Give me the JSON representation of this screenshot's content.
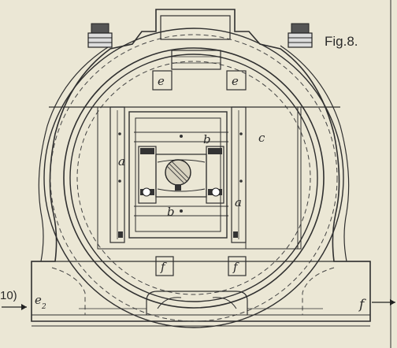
{
  "figure": {
    "title": "Fig.8."
  },
  "labels": {
    "e_left": "e",
    "e_right": "e",
    "a_left": "a",
    "a_right": "a",
    "b_top": "b",
    "b_bottom": "b",
    "c": "c",
    "f_left": "f",
    "f_right": "f",
    "f_far": "f",
    "e2": "e",
    "e2_sub": "2",
    "ref_left": "10)"
  },
  "colors": {
    "paper": "#ebe7d5",
    "ink": "#2f2f2f"
  }
}
